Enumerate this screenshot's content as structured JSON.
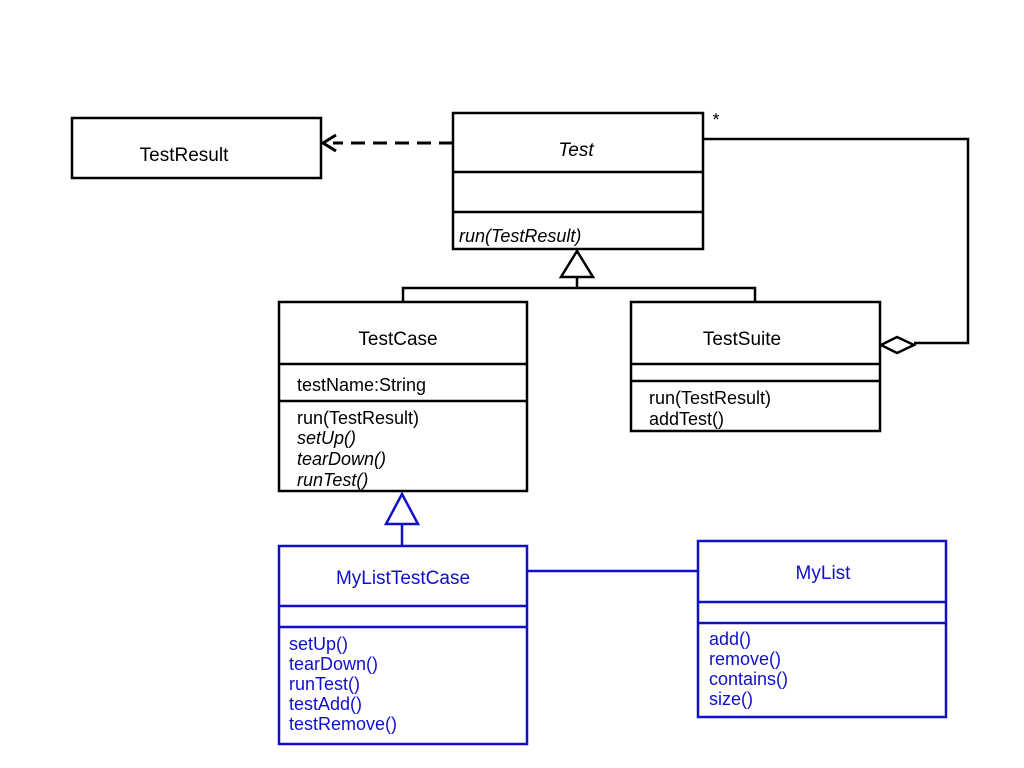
{
  "colors": {
    "black": "#000000",
    "blue": "#1010cc"
  },
  "classes": {
    "test_result": {
      "name": "TestResult"
    },
    "test": {
      "name": "Test",
      "methods": [
        "run(TestResult)"
      ]
    },
    "test_case": {
      "name": "TestCase",
      "attributes": [
        "testName:String"
      ],
      "methods": [
        "run(TestResult)",
        "setUp()",
        "tearDown()",
        "runTest()"
      ]
    },
    "test_suite": {
      "name": "TestSuite",
      "methods": [
        "run(TestResult)",
        "addTest()"
      ]
    },
    "my_list_test_case": {
      "name": "MyListTestCase",
      "methods": [
        "setUp()",
        "tearDown()",
        "runTest()",
        "testAdd()",
        "testRemove()"
      ]
    },
    "my_list": {
      "name": "MyList",
      "methods": [
        "add()",
        "remove()",
        "contains()",
        "size()"
      ]
    }
  },
  "relations": {
    "multiplicity": "*"
  }
}
